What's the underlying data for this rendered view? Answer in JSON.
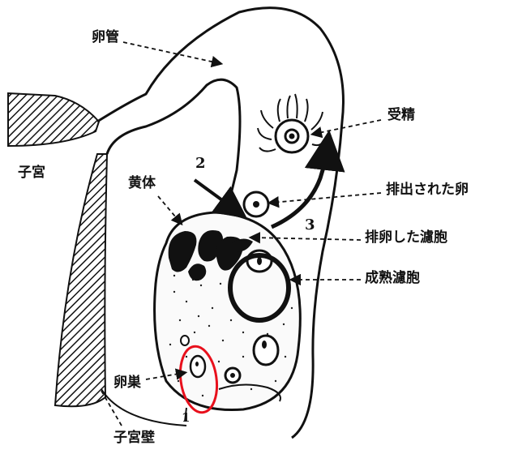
{
  "labels": {
    "oviduct": "卵管",
    "uterus": "子宮",
    "corpus_luteum": "黄体",
    "fertilization": "受精",
    "released_egg": "排出された卵",
    "ovulated_follicle": "排卵した濾胞",
    "mature_follicle": "成熟濾胞",
    "ovary": "卵巣",
    "uterine_wall": "子宮壁"
  },
  "stage_numbers": {
    "one": "1",
    "two": "2",
    "three": "3"
  },
  "colors": {
    "ink": "#111111",
    "highlight": "#e8101c",
    "background": "#ffffff"
  }
}
